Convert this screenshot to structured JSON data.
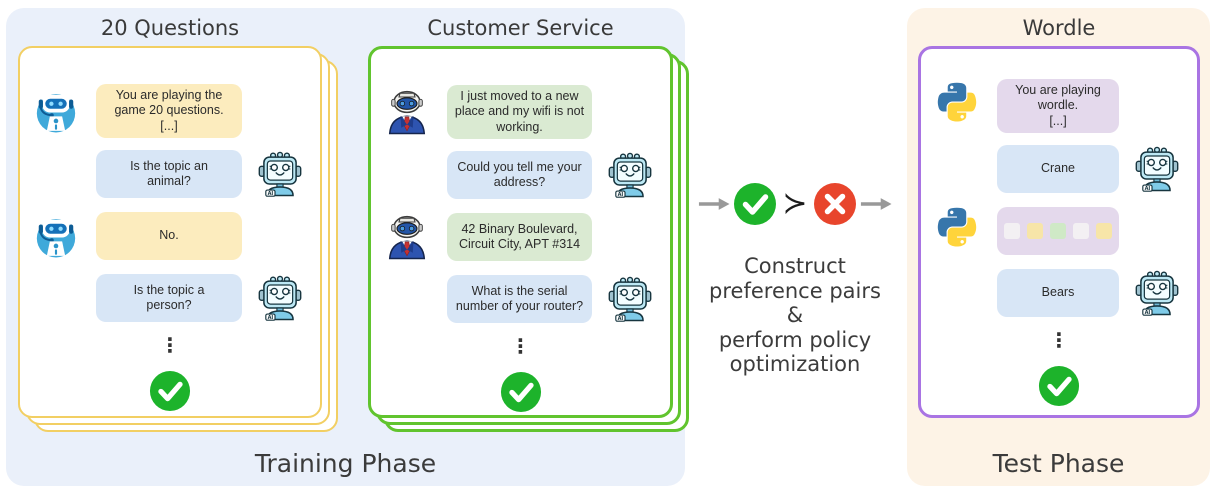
{
  "training": {
    "label": "Training Phase",
    "columns": [
      {
        "title": "20 Questions",
        "messages": [
          {
            "speaker": "environment",
            "avatar": "support-robot",
            "text": "You are playing the\ngame 20 questions.\n[...]"
          },
          {
            "speaker": "agent",
            "avatar": "ai-robot",
            "text": "Is the topic an\nanimal?"
          },
          {
            "speaker": "environment",
            "avatar": "support-robot",
            "text": "No."
          },
          {
            "speaker": "agent",
            "avatar": "ai-robot",
            "text": "Is the topic a\nperson?"
          }
        ],
        "ellipsis": "⋮",
        "outcome": "success-check"
      },
      {
        "title": "Customer Service",
        "messages": [
          {
            "speaker": "environment",
            "avatar": "business-robot",
            "text": "I just moved to a new\nplace and my wifi is not\nworking."
          },
          {
            "speaker": "agent",
            "avatar": "ai-robot",
            "text": "Could you tell me your\naddress?"
          },
          {
            "speaker": "environment",
            "avatar": "business-robot",
            "text": "42 Binary Boulevard,\nCircuit City, APT #314"
          },
          {
            "speaker": "agent",
            "avatar": "ai-robot",
            "text": "What is the serial\nnumber of your router?"
          }
        ],
        "ellipsis": "⋮",
        "outcome": "success-check"
      }
    ]
  },
  "middle": {
    "succeeds_symbol": "≻",
    "caption": "Construct\npreference pairs\n&\nperform policy\noptimization"
  },
  "test": {
    "label": "Test Phase",
    "column": {
      "title": "Wordle",
      "messages": [
        {
          "speaker": "environment",
          "avatar": "python-logo",
          "text": "You are playing wordle.\n[...]"
        },
        {
          "speaker": "agent",
          "avatar": "ai-robot",
          "text": "Crane"
        },
        {
          "speaker": "environment",
          "avatar": "python-logo",
          "wordle_feedback": [
            "absent",
            "present",
            "correct",
            "absent",
            "present"
          ]
        },
        {
          "speaker": "agent",
          "avatar": "ai-robot",
          "text": "Bears"
        }
      ],
      "ellipsis": "⋮",
      "outcome": "success-check"
    }
  },
  "icons": {
    "check": "check-icon",
    "cross": "cross-icon",
    "arrow": "arrow-right-icon",
    "avatars": [
      "support-robot",
      "business-robot",
      "ai-robot",
      "python-logo"
    ]
  },
  "colors": {
    "training_panel_bg": "#eaf0fa",
    "test_panel_bg": "#fdf3e6",
    "card_20q_border": "#f2cf63",
    "card_cs_border": "#61c42e",
    "card_wordle_border": "#a974e3",
    "bubble_yellow": "#fcecbe",
    "bubble_blue": "#d8e6f6",
    "bubble_green": "#daead2",
    "bubble_lavender": "#e4d9ec",
    "check_green": "#1db32b",
    "cross_red": "#e8452c",
    "arrow_gray": "#999999",
    "wordle_absent": "#f3f0f3",
    "wordle_present": "#f7e5a8",
    "wordle_correct": "#cfe9c6"
  }
}
